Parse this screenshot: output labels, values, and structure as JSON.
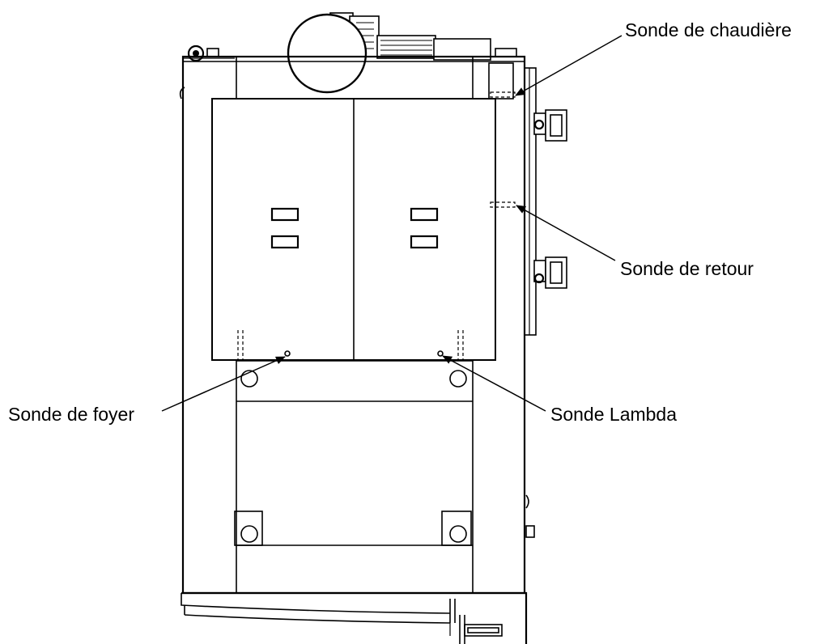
{
  "labels": {
    "sonde_chaudiere": "Sonde de chaudière",
    "sonde_retour": "Sonde de retour",
    "sonde_foyer": "Sonde de foyer",
    "sonde_lambda": "Sonde Lambda"
  },
  "colors": {
    "line": "#000000",
    "background": "#ffffff"
  }
}
